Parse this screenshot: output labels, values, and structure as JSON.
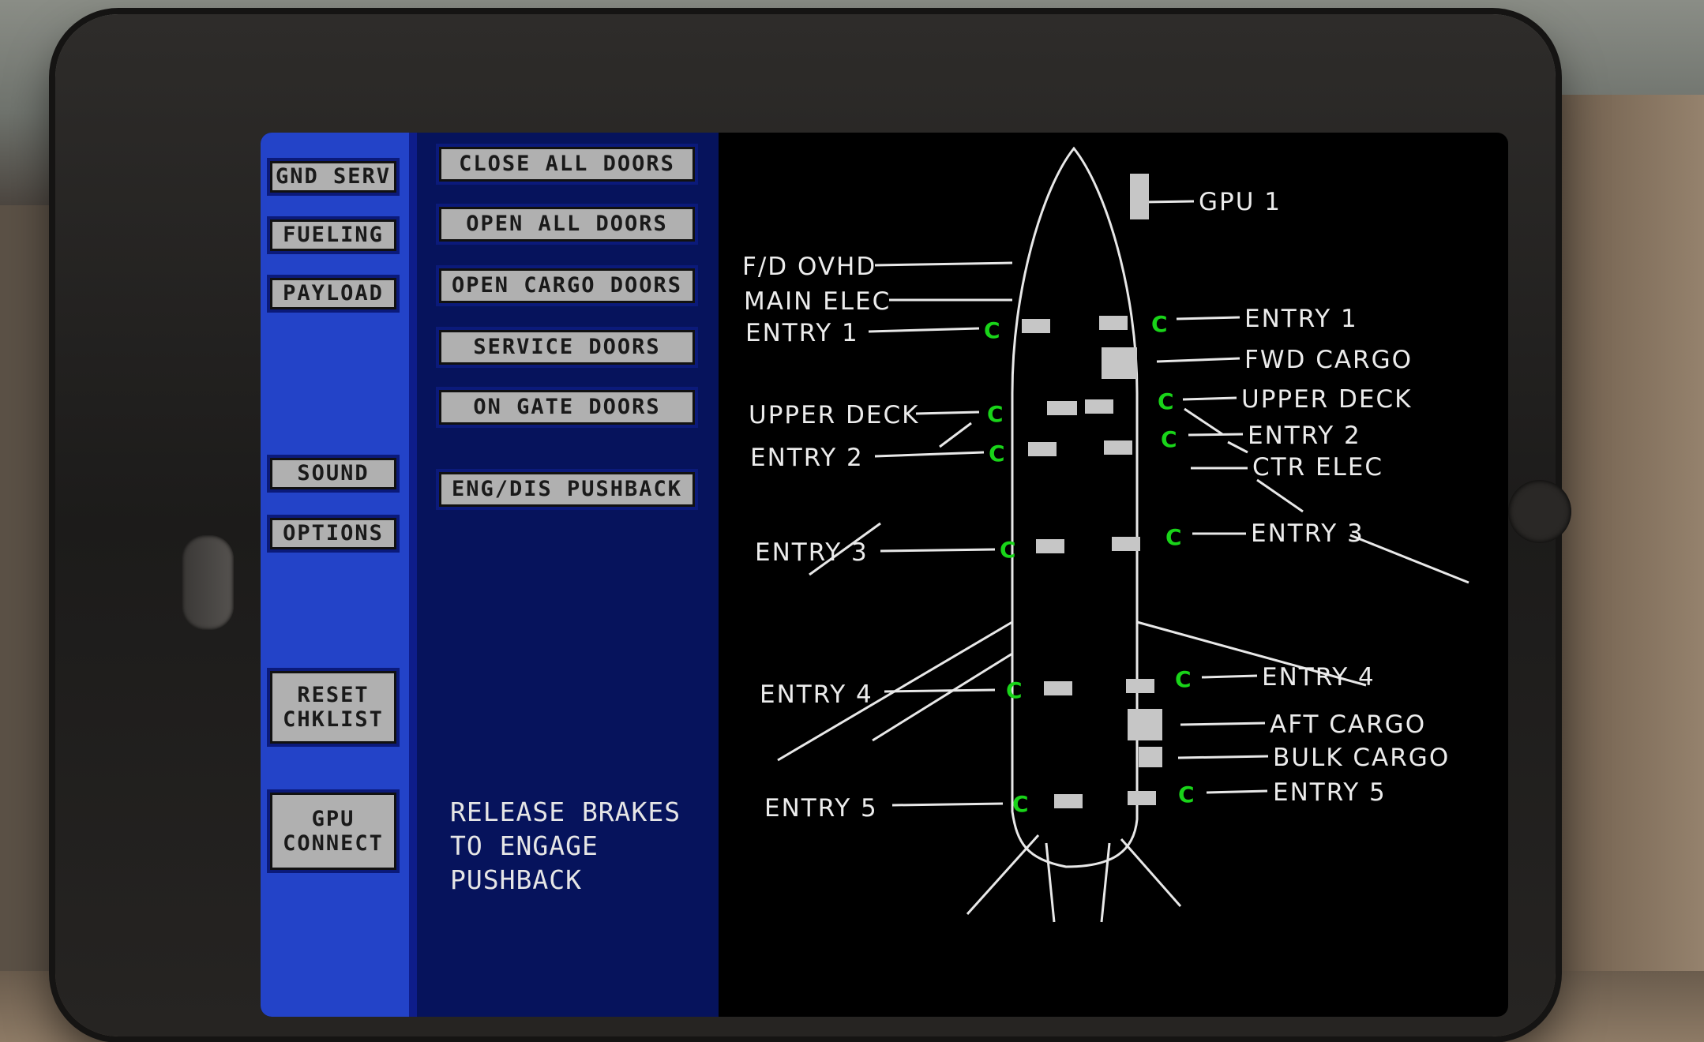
{
  "left_menu": [
    {
      "id": "gnd-serv",
      "label": "GND SERV"
    },
    {
      "id": "fueling",
      "label": "FUELING"
    },
    {
      "id": "payload",
      "label": "PAYLOAD"
    },
    {
      "id": "sound",
      "label": "SOUND"
    },
    {
      "id": "options",
      "label": "OPTIONS"
    },
    {
      "id": "reset-chklist",
      "label": "RESET\nCHKLIST"
    },
    {
      "id": "gpu-connect",
      "label": "GPU\nCONNECT"
    }
  ],
  "door_actions": [
    {
      "id": "close-all-doors",
      "label": "CLOSE ALL DOORS"
    },
    {
      "id": "open-all-doors",
      "label": "OPEN ALL DOORS"
    },
    {
      "id": "open-cargo-doors",
      "label": "OPEN CARGO DOORS"
    },
    {
      "id": "service-doors",
      "label": "SERVICE DOORS"
    },
    {
      "id": "on-gate-doors",
      "label": "ON GATE DOORS"
    },
    {
      "id": "eng-dis-pushback",
      "label": "ENG/DIS PUSHBACK"
    }
  ],
  "message": "RELEASE BRAKES\nTO ENGAGE\nPUSHBACK",
  "diagram": {
    "door_marker": "C",
    "marker_color": "#19d419",
    "left_labels": {
      "fd_ovhd": "F/D OVHD",
      "main_elec": "MAIN ELEC",
      "entry1": "ENTRY 1",
      "upper_deck": "UPPER DECK",
      "entry2": "ENTRY 2",
      "entry3": "ENTRY 3",
      "entry4": "ENTRY 4",
      "entry5": "ENTRY 5"
    },
    "right_labels": {
      "gpu1": "GPU 1",
      "entry1": "ENTRY 1",
      "fwd_cargo": "FWD CARGO",
      "upper_deck": "UPPER DECK",
      "entry2": "ENTRY 2",
      "ctr_elec": "CTR ELEC",
      "entry3": "ENTRY 3",
      "entry4": "ENTRY 4",
      "aft_cargo": "AFT CARGO",
      "bulk_cargo": "BULK CARGO",
      "entry5": "ENTRY 5"
    }
  }
}
